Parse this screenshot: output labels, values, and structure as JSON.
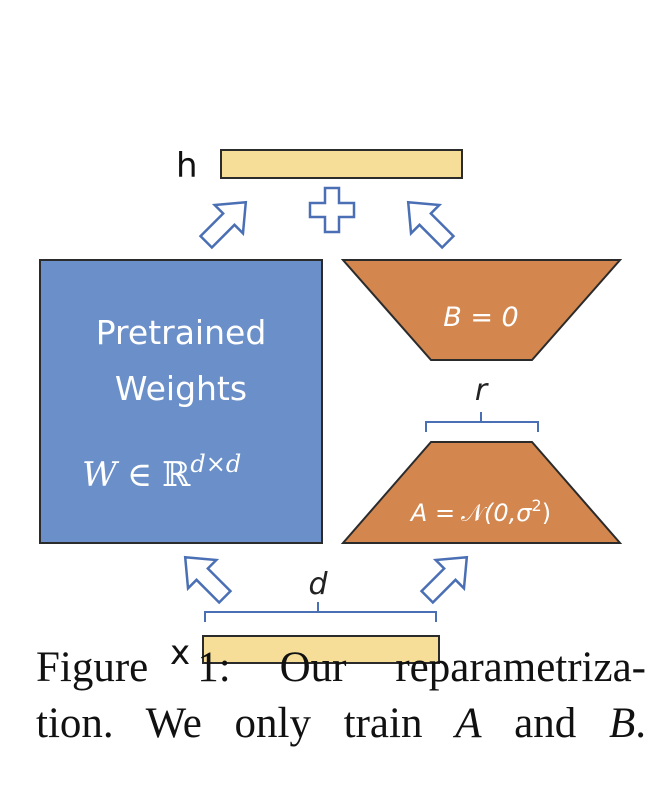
{
  "diagram": {
    "labels": {
      "h": "h",
      "x": "x",
      "plus": "+",
      "pretrained_line1": "Pretrained",
      "pretrained_line2": "Weights",
      "W": "W",
      "in": "∈",
      "R": "ℝ",
      "dxd": "d×d",
      "B_eq": "B = 0",
      "A_eq_left": "A =",
      "A_eq_N": "𝒩",
      "A_eq_args": "(0,σ",
      "A_eq_sup": "2",
      "A_eq_close": ")",
      "r": "r",
      "d": "d"
    },
    "colors": {
      "pretrained_fill": "#6b8fc9",
      "pretrained_stroke": "#2b2b2b",
      "lora_fill": "#d3874f",
      "vector_fill": "#f6de98",
      "brace": "#4a6fb5",
      "arrow_stroke": "#4a6fb5"
    }
  },
  "caption": {
    "line1": "Figure 1: Our reparametriza-",
    "line2_a": "tion. We only train ",
    "line2_A": "A",
    "line2_b": " and ",
    "line2_B": "B",
    "line2_c": "."
  }
}
